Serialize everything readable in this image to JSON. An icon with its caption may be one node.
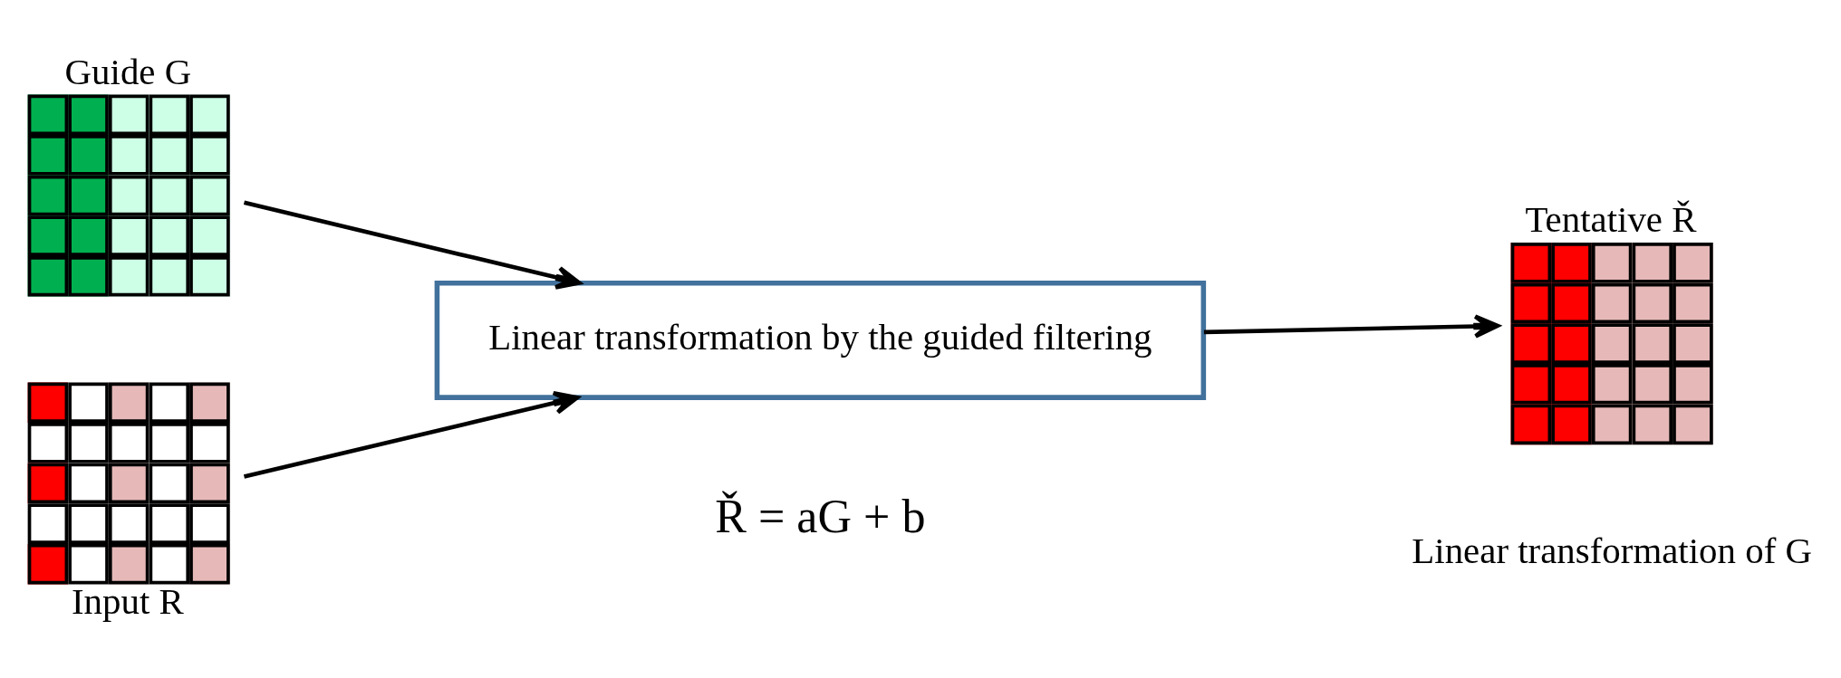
{
  "diagram": {
    "nodes": [
      {
        "text": [
          "Guide G"
        ]
      },
      {
        "text": [
          "Input R"
        ]
      },
      {
        "text": [
          "Linear transformation by the guided filtering"
        ]
      },
      {
        "text": [
          "Tentative Ř"
        ]
      }
    ],
    "edges": [
      {
        "from": 0,
        "to": 2,
        "arrow": "to"
      },
      {
        "from": 1,
        "to": 2,
        "arrow": "to"
      },
      {
        "from": 2,
        "to": 3,
        "arrow": "to"
      }
    ],
    "labels": [
      "Ř = aG + b",
      "Linear transformation of G"
    ]
  }
}
